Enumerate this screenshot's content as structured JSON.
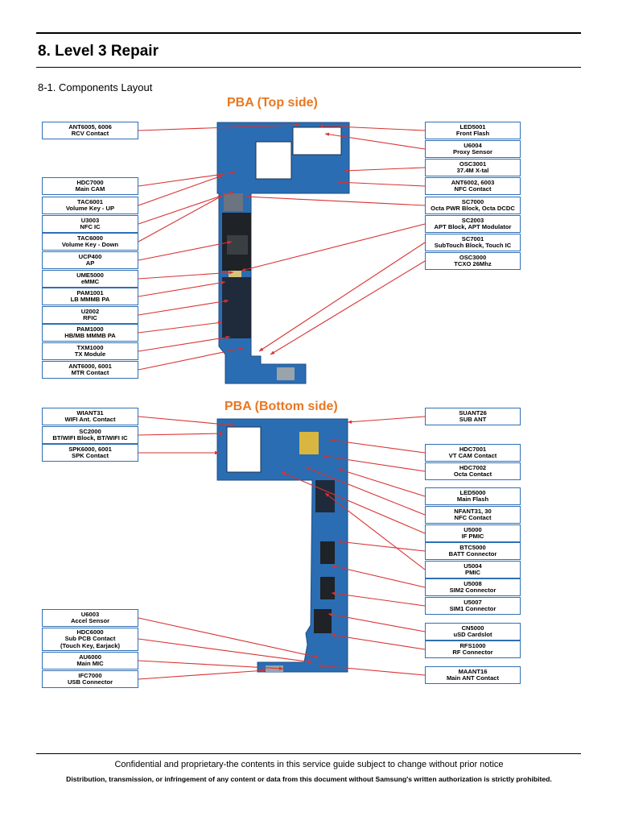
{
  "header": {
    "title": "8. Level 3 Repair",
    "subtitle": "8-1. Components Layout"
  },
  "colors": {
    "section_title": "#e87722",
    "callout_border": "#2f6fb5",
    "leader_line": "#d93232",
    "board": "#2a6db2",
    "component": "#1f2226"
  },
  "top_side": {
    "title": "PBA (Top side)",
    "left_callouts": [
      {
        "code": "ANT6005, 6006",
        "desc": "RCV Contact"
      },
      {
        "code": "HDC7000",
        "desc": "Main CAM"
      },
      {
        "code": "TAC6001",
        "desc": "Volume Key - UP"
      },
      {
        "code": "U3003",
        "desc": "NFC IC"
      },
      {
        "code": "TAC6000",
        "desc": "Volume Key - Down"
      },
      {
        "code": "UCP400",
        "desc": "AP"
      },
      {
        "code": "UME5000",
        "desc": "eMMC"
      },
      {
        "code": "PAM1001",
        "desc": "LB MMMB PA"
      },
      {
        "code": "U2002",
        "desc": "RFIC"
      },
      {
        "code": "PAM1000",
        "desc": "HB/MB MMMB PA"
      },
      {
        "code": "TXM1000",
        "desc": "TX Module"
      },
      {
        "code": "ANT6000, 6001",
        "desc": "MTR Contact"
      }
    ],
    "right_callouts": [
      {
        "code": "LED5001",
        "desc": "Front Flash"
      },
      {
        "code": "U6004",
        "desc": "Proxy Sensor"
      },
      {
        "code": "OSC3001",
        "desc": "37.4M X-tal"
      },
      {
        "code": "ANT6002, 6003",
        "desc": "NFC Contact"
      },
      {
        "code": "SC7000",
        "desc": "Octa PWR Block, Octa DCDC"
      },
      {
        "code": "SC2003",
        "desc": "APT Block, APT Modulator"
      },
      {
        "code": "SC7001",
        "desc": "SubTouch Block, Touch IC"
      },
      {
        "code": "OSC3000",
        "desc": "TCXO 26Mhz"
      }
    ]
  },
  "bottom_side": {
    "title": "PBA (Bottom side)",
    "left_callouts": [
      {
        "code": "WIANT31",
        "desc": "WIFI Ant. Contact"
      },
      {
        "code": "SC2000",
        "desc": "BT/WIFI Block, BT/WIFI IC"
      },
      {
        "code": "SPK6000, 6001",
        "desc": "SPK Contact"
      },
      {
        "code": "U6003",
        "desc": "Accel Sensor"
      },
      {
        "code": "HDC6000",
        "desc": "Sub PCB Contact",
        "desc2": "(Touch Key, Earjack)"
      },
      {
        "code": "AU6000",
        "desc": "Main MIC"
      },
      {
        "code": "IFC7000",
        "desc": "USB Connector"
      }
    ],
    "right_callouts": [
      {
        "code": "SUANT26",
        "desc": "SUB ANT"
      },
      {
        "code": "HDC7001",
        "desc": "VT CAM Contact"
      },
      {
        "code": "HDC7002",
        "desc": "Octa Contact"
      },
      {
        "code": "LED5000",
        "desc": "Main Flash"
      },
      {
        "code": "NFANT31, 30",
        "desc": "NFC Contact"
      },
      {
        "code": "U5000",
        "desc": "IF PMIC"
      },
      {
        "code": "BTC5000",
        "desc": "BATT Connector"
      },
      {
        "code": "U5004",
        "desc": "PMIC"
      },
      {
        "code": "U5008",
        "desc": "SIM2 Connector"
      },
      {
        "code": "U5007",
        "desc": "SIM1 Connector"
      },
      {
        "code": "CN5000",
        "desc": "uSD Cardslot"
      },
      {
        "code": "RFS1000",
        "desc": "RF Connector"
      },
      {
        "code": "MAANT16",
        "desc": "Main ANT Contact"
      }
    ]
  },
  "footer": {
    "line1": "Confidential and proprietary-the contents in this service guide subject to change without prior notice",
    "line2": "Distribution, transmission, or infringement of any content or data from this document without Samsung's written authorization is strictly prohibited."
  }
}
